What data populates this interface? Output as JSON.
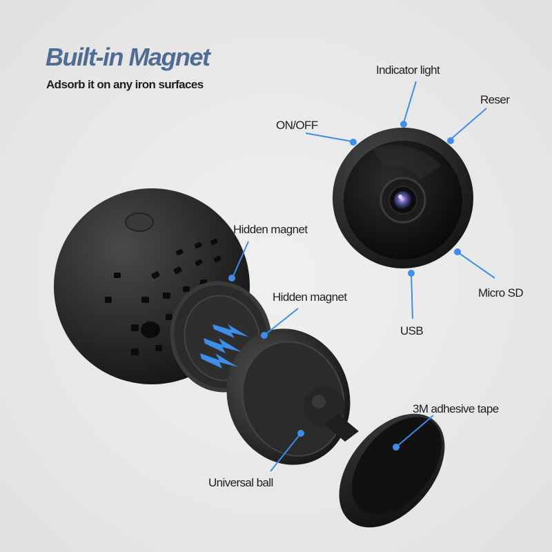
{
  "header": {
    "title": "Built-in Magnet",
    "subtitle": "Adsorb it on any iron surfaces"
  },
  "callouts": {
    "indicator_light": "Indicator light",
    "reset": "Reser",
    "on_off": "ON/OFF",
    "micro_sd": "Micro SD",
    "usb": "USB",
    "hidden_magnet_camera": "Hidden magnet",
    "hidden_magnet_mount": "Hidden magnet",
    "tape": "3M adhesive tape",
    "universal_ball": "Universal ball"
  },
  "colors": {
    "title": "#4f6c94",
    "accent_blue": "#3d8ee8",
    "body_black": "#1a1a1a",
    "background": "#e9e9e9"
  }
}
